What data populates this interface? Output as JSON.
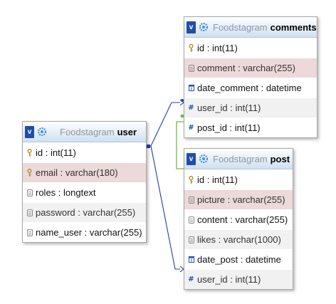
{
  "tables": {
    "comments": {
      "toggle": "v",
      "db": "Foodstagram",
      "name": "comments",
      "columns": [
        {
          "label": "id : int(11)",
          "icon": "key-icon"
        },
        {
          "label": "comment : varchar(255)",
          "icon": "text-field-icon"
        },
        {
          "label": "date_comment : datetime",
          "icon": "datetime-icon"
        },
        {
          "label": "user_id : int(11)",
          "icon": "numeric-icon"
        },
        {
          "label": "post_id : int(11)",
          "icon": "numeric-icon"
        }
      ]
    },
    "user": {
      "toggle": "v",
      "db": "Foodstagram",
      "name": "user",
      "columns": [
        {
          "label": "id : int(11)",
          "icon": "key-icon"
        },
        {
          "label": "email : varchar(180)",
          "icon": "key-icon"
        },
        {
          "label": "roles : longtext",
          "icon": "text-field-icon"
        },
        {
          "label": "password : varchar(255)",
          "icon": "text-field-icon"
        },
        {
          "label": "name_user : varchar(255)",
          "icon": "text-field-icon"
        }
      ]
    },
    "post": {
      "toggle": "v",
      "db": "Foodstagram",
      "name": "post",
      "columns": [
        {
          "label": "id : int(11)",
          "icon": "key-icon"
        },
        {
          "label": "picture : varchar(255)",
          "icon": "text-field-icon"
        },
        {
          "label": "content : varchar(255)",
          "icon": "text-field-icon"
        },
        {
          "label": "likes : varchar(1000)",
          "icon": "text-field-icon"
        },
        {
          "label": "date_post : datetime",
          "icon": "datetime-icon"
        },
        {
          "label": "user_id : int(11)",
          "icon": "numeric-icon"
        }
      ]
    }
  },
  "relations": [
    {
      "from": "comments.user_id",
      "to": "user.id",
      "color": "#1f3fa6"
    },
    {
      "from": "post.user_id",
      "to": "user.id",
      "color": "#1f3fa6"
    },
    {
      "from": "comments.post_id",
      "to": "post.id",
      "color": "#6abf45"
    }
  ]
}
